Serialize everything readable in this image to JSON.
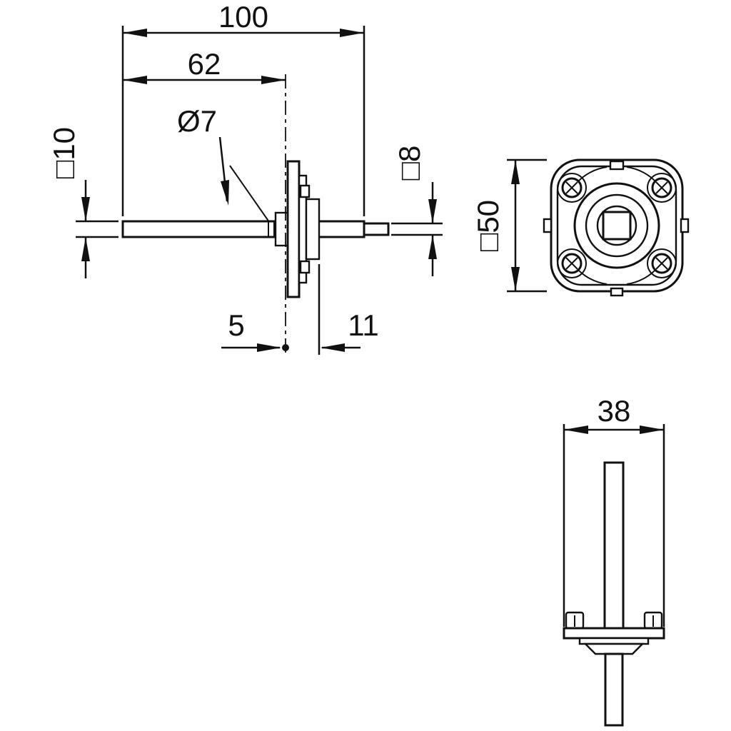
{
  "page": {
    "background": "#ffffff",
    "line_color": "#111111",
    "kind": "technical dimension drawing of door-handle spindle with square rosette"
  },
  "views": {
    "side": {
      "label_total_length": "100",
      "label_grip_length": "62",
      "label_hole_diameter": "Ø7",
      "label_spindle_square": "□10",
      "label_tip_square": "□8",
      "label_offset_front": "5",
      "label_offset_back": "11"
    },
    "front": {
      "label_rosette_square": "□50"
    },
    "profile": {
      "label_flange_width": "38"
    }
  }
}
